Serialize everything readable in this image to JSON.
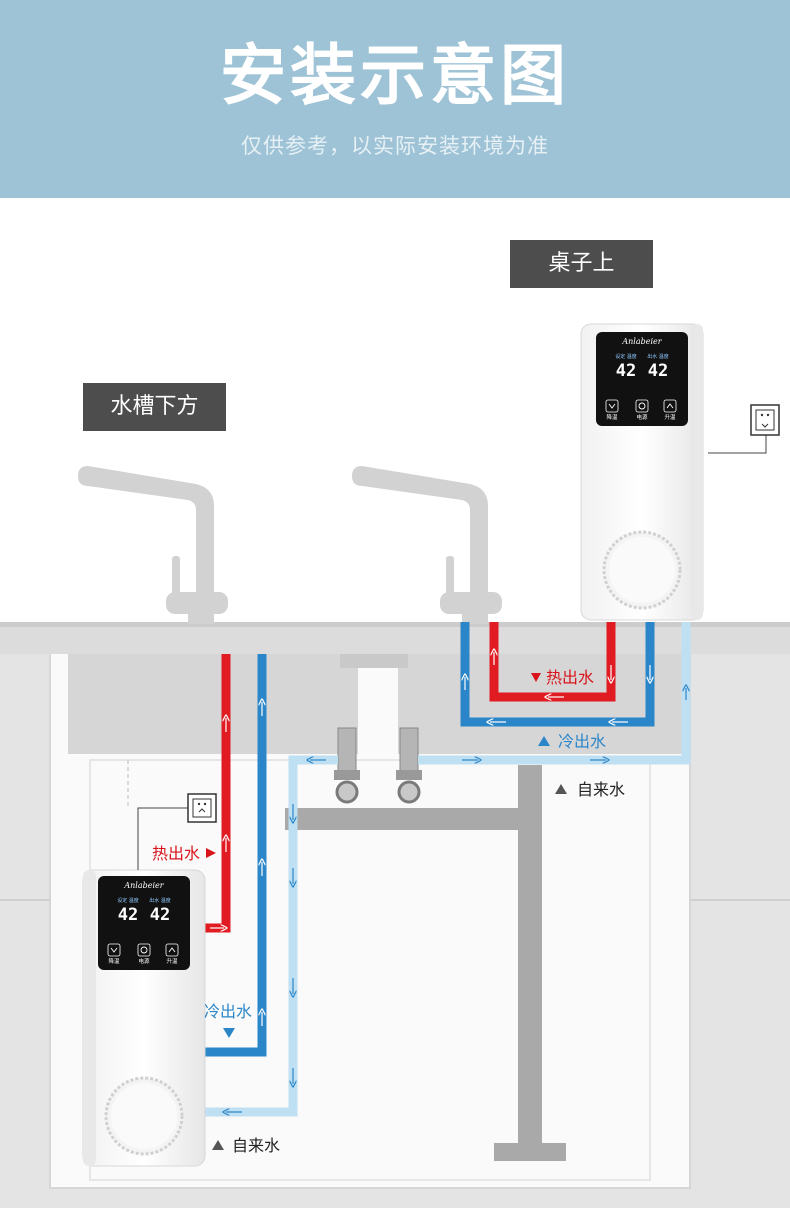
{
  "header": {
    "title": "安装示意图",
    "subtitle": "仅供参考，以实际安装环境为准"
  },
  "tags": {
    "countertop": "桌子上",
    "under_sink": "水槽下方"
  },
  "labels": {
    "hot_out_top": "热出水",
    "cold_out_top": "冷出水",
    "tap_water_top": "自来水",
    "hot_out_bottom": "热出水",
    "cold_out_bottom": "冷出水",
    "tap_water_bottom": "自来水"
  },
  "device": {
    "brand": "Anlabeier",
    "set_temp_label": "设定 温度",
    "out_temp_label": "出水 温度",
    "set_temp_value": "42",
    "out_temp_value": "42",
    "btn_down": "降温",
    "btn_power": "电源",
    "btn_up": "升温"
  },
  "colors": {
    "header_bg": "#9ec3d6",
    "hot_pipe": "#e01b22",
    "cold_pipe": "#2b86c9",
    "tap_pipe": "#bfe0f3",
    "tag_bg": "#4d4d4d"
  }
}
